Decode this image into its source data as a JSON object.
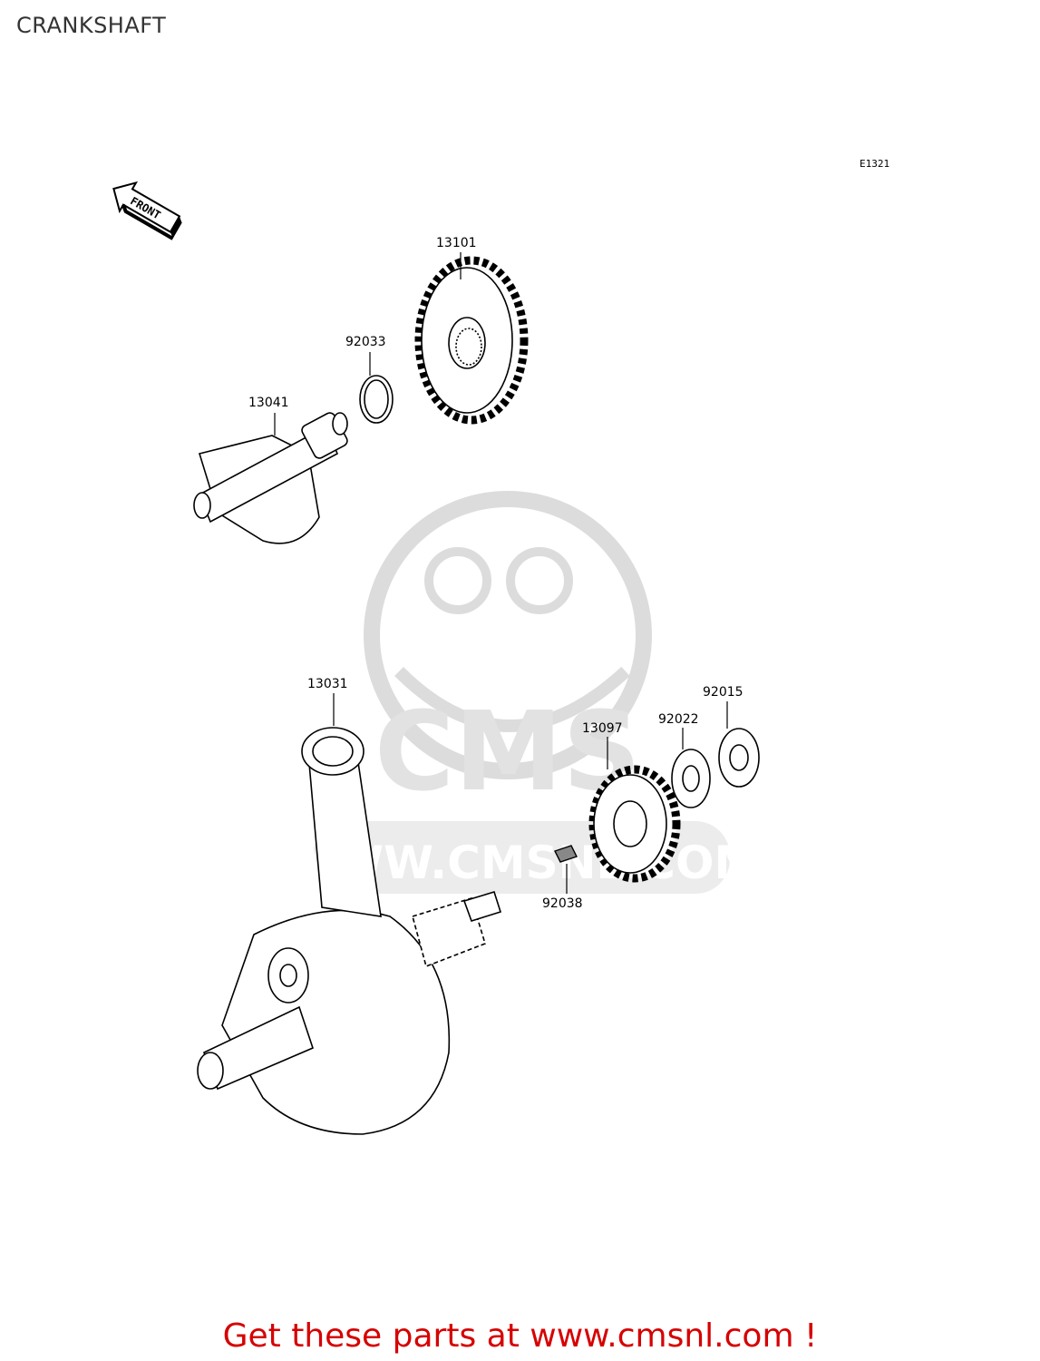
{
  "header": {
    "title": "CRANKSHAFT"
  },
  "diagram": {
    "code": "E1321",
    "front_marker": "FRONT",
    "parts": [
      {
        "number": "13101"
      },
      {
        "number": "92033"
      },
      {
        "number": "13041"
      },
      {
        "number": "13031"
      },
      {
        "number": "92015"
      },
      {
        "number": "92022"
      },
      {
        "number": "13097"
      },
      {
        "number": "92038"
      }
    ]
  },
  "watermark": {
    "logo": "CMS",
    "url": "WWW.CMSNL.COM"
  },
  "footer": {
    "promo": "Get these parts at www.cmsnl.com !"
  },
  "colors": {
    "promo": "#d60000",
    "line": "#000000",
    "watermark": "#e6e6e6"
  }
}
